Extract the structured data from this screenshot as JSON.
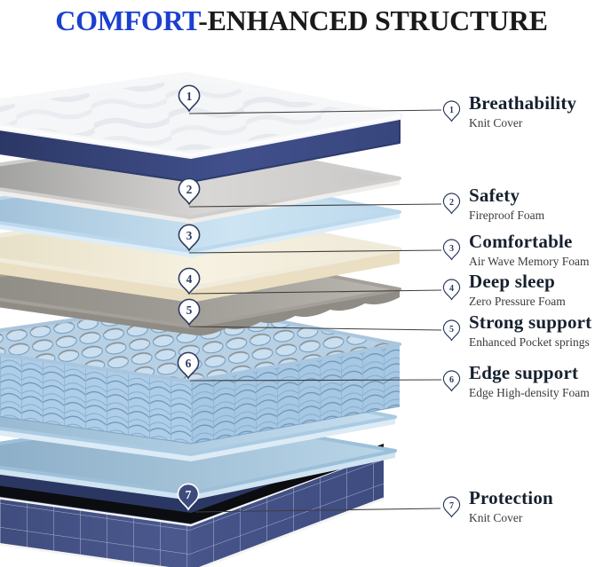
{
  "title": {
    "highlight": "COMFORT",
    "rest": "-ENHANCED STRUCTURE"
  },
  "callouts": [
    {
      "number": "1",
      "title": "Breathability",
      "subtitle": "Knit Cover"
    },
    {
      "number": "2",
      "title": "Safety",
      "subtitle": "Fireproof Foam"
    },
    {
      "number": "3",
      "title": "Comfortable",
      "subtitle": "Air Wave Memory Foam"
    },
    {
      "number": "4",
      "title": "Deep sleep",
      "subtitle": "Zero Pressure Foam"
    },
    {
      "number": "5",
      "title": "Strong support",
      "subtitle": "Enhanced Pocket springs"
    },
    {
      "number": "6",
      "title": "Edge support",
      "subtitle": "Edge High-density Foam"
    },
    {
      "number": "7",
      "title": "Protection",
      "subtitle": "Knit Cover"
    }
  ],
  "diagram": {
    "layers": [
      {
        "name": "quilted-knit-cover-top",
        "color": "#f6f7f9",
        "edge_color": "#32417b"
      },
      {
        "name": "fireproof-foam-sheet",
        "color": "#c9c8c6"
      },
      {
        "name": "breathable-blue-sheet",
        "color": "#aecde4"
      },
      {
        "name": "air-wave-memory-foam",
        "color": "#efe9d6"
      },
      {
        "name": "zero-pressure-foam",
        "color": "#a5a19b"
      },
      {
        "name": "pocket-springs-block",
        "color": "#aecde8"
      },
      {
        "name": "high-density-foam-sheet",
        "color": "#a9cbe2"
      },
      {
        "name": "support-foam-sheet",
        "color": "#9cc0da"
      },
      {
        "name": "base-knit-cover",
        "color": "#44528a"
      }
    ]
  },
  "colors": {
    "accent_blue": "#1c3fd0",
    "title_black": "#1a1a1a",
    "pin_navy": "#2b3a5e",
    "callout_title": "#16202e",
    "callout_subtitle": "#3b3b3b",
    "leader_line": "#3f3f3f"
  }
}
